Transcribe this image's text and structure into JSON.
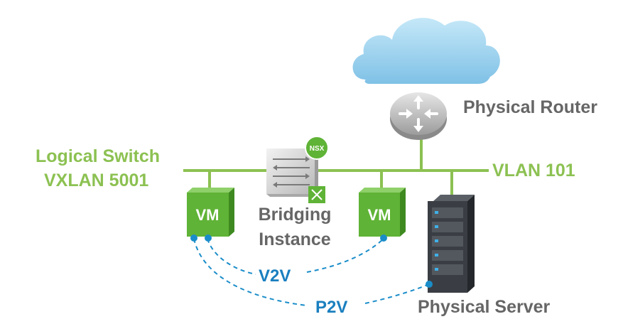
{
  "labels": {
    "logical_switch_line1": "Logical Switch",
    "logical_switch_line2": "VXLAN 5001",
    "vlan": "VLAN 101",
    "physical_router": "Physical Router",
    "bridging_line1": "Bridging",
    "bridging_line2": "Instance",
    "vm_left": "VM",
    "vm_right": "VM",
    "nsx_badge": "NSX",
    "v2v": "V2V",
    "p2v": "P2V",
    "physical_server": "Physical Server"
  },
  "colors": {
    "green": "#8cc152",
    "vm_green": "#5fb336",
    "gray_label": "#666666",
    "blue_dashed": "#1a8dc9",
    "blue_label": "#1a7fbf",
    "cloud": "#9fd3ee",
    "server": "#3a3e44"
  },
  "icons": {
    "cloud": "cloud-icon",
    "router": "router-icon",
    "bridge": "bridge-appliance-icon",
    "server": "server-rack-icon"
  }
}
